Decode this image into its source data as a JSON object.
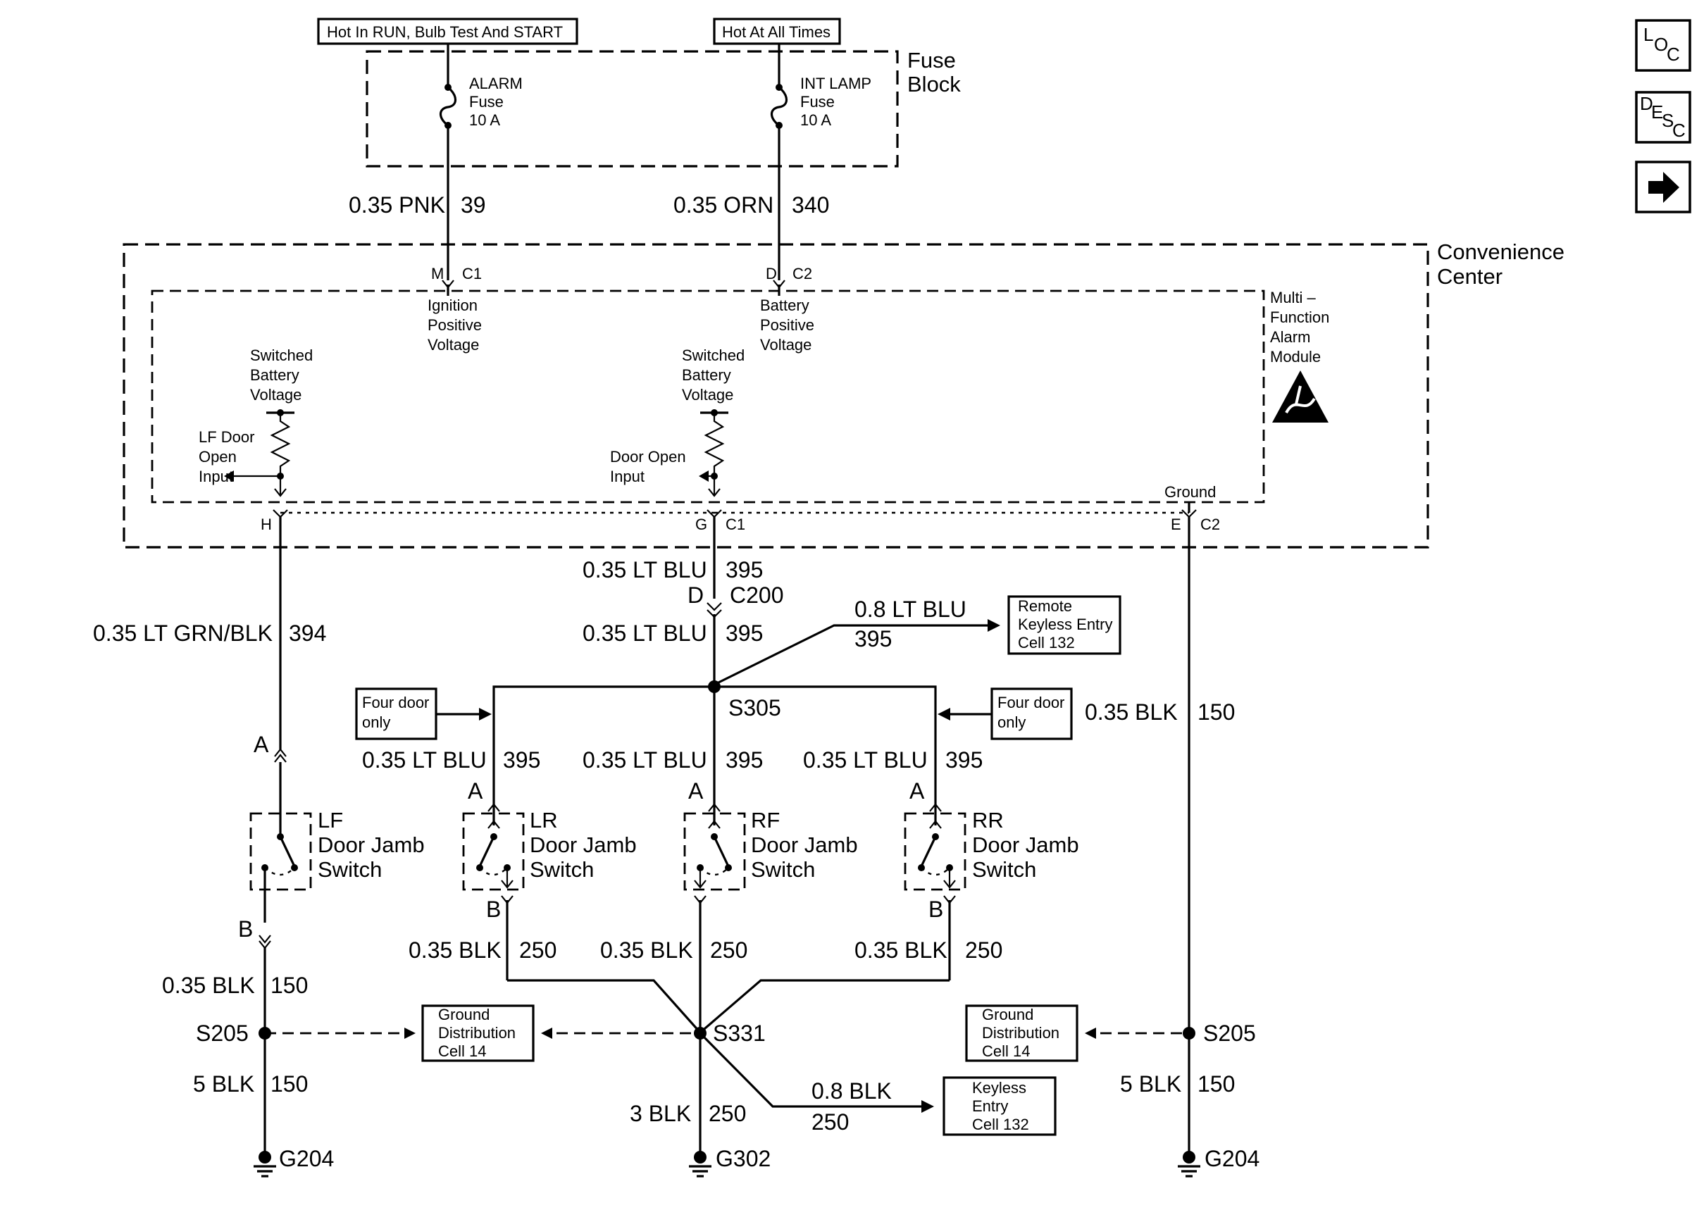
{
  "fuse_block": {
    "title": [
      "Fuse",
      "Block"
    ],
    "hot_run": "Hot In RUN, Bulb Test And START",
    "hot_always": "Hot At All Times",
    "alarm_fuse": [
      "ALARM",
      "Fuse",
      "10 A"
    ],
    "int_fuse": [
      "INT LAMP",
      "Fuse",
      "10 A"
    ]
  },
  "wires": {
    "w39": {
      "gauge": "0.35 PNK",
      "circuit": "39"
    },
    "w340": {
      "gauge": "0.35 ORN",
      "circuit": "340"
    },
    "w395_a": {
      "gauge": "0.35 LT BLU",
      "circuit": "395"
    },
    "w395_b": {
      "gauge": "0.35 LT BLU",
      "circuit": "395"
    },
    "w395_rke": {
      "gauge": "0.8 LT BLU",
      "circuit": "395"
    },
    "w394": {
      "gauge": "0.35 LT GRN/BLK",
      "circuit": "394"
    },
    "w150_r": {
      "gauge": "0.35 BLK",
      "circuit": "150"
    },
    "w395_lr": {
      "gauge": "0.35 LT BLU",
      "circuit": "395"
    },
    "w395_rf": {
      "gauge": "0.35 LT BLU",
      "circuit": "395"
    },
    "w395_rr": {
      "gauge": "0.35 LT BLU",
      "circuit": "395"
    },
    "w250_lr": {
      "gauge": "0.35 BLK",
      "circuit": "250"
    },
    "w250_rf": {
      "gauge": "0.35 BLK",
      "circuit": "250"
    },
    "w250_rr": {
      "gauge": "0.35 BLK",
      "circuit": "250"
    },
    "w150_l": {
      "gauge": "0.35 BLK",
      "circuit": "150"
    },
    "w150_l5": {
      "gauge": "5 BLK",
      "circuit": "150"
    },
    "w250_3": {
      "gauge": "3 BLK",
      "circuit": "250"
    },
    "w250_ke": {
      "gauge": "0.8 BLK",
      "circuit": "250"
    },
    "w150_r5": {
      "gauge": "5 BLK",
      "circuit": "150"
    }
  },
  "convenience_center": {
    "title": [
      "Convenience",
      "Center"
    ],
    "module": [
      "Multi –",
      "Function",
      "Alarm",
      "Module"
    ],
    "ign": [
      "Ignition",
      "Positive",
      "Voltage"
    ],
    "batt": [
      "Battery",
      "Positive",
      "Voltage"
    ],
    "sw_batt_1": [
      "Switched",
      "Battery",
      "Voltage"
    ],
    "sw_batt_2": [
      "Switched",
      "Battery",
      "Voltage"
    ],
    "lf_input": [
      "LF Door",
      "Open",
      "Input"
    ],
    "door_input": [
      "Door Open",
      "Input"
    ],
    "ground": "Ground"
  },
  "pins": {
    "m": "M",
    "c1": "C1",
    "d": "D",
    "c2": "C2",
    "h": "H",
    "g": "G",
    "g_c1": "C1",
    "e": "E",
    "e_c2": "C2",
    "c200_d": "D",
    "c200": "C200"
  },
  "refs": {
    "rke": [
      "Remote",
      "Keyless Entry",
      "Cell 132"
    ],
    "four_door_l": [
      "Four door",
      "only"
    ],
    "four_door_r": [
      "Four door",
      "only"
    ],
    "gnd_dist_l": [
      "Ground",
      "Distribution",
      "Cell 14"
    ],
    "gnd_dist_r": [
      "Ground",
      "Distribution",
      "Cell 14"
    ],
    "keyless": [
      "Keyless",
      "Entry",
      "Cell 132"
    ]
  },
  "splices": {
    "s305": "S305",
    "s205_l": "S205",
    "s331": "S331",
    "s205_r": "S205"
  },
  "grounds": {
    "g204_l": "G204",
    "g302": "G302",
    "g204_r": "G204"
  },
  "switches": {
    "lf": [
      "LF",
      "Door Jamb",
      "Switch"
    ],
    "lr": [
      "LR",
      "Door Jamb",
      "Switch"
    ],
    "rf": [
      "RF",
      "Door Jamb",
      "Switch"
    ],
    "rr": [
      "RR",
      "Door Jamb",
      "Switch"
    ]
  },
  "switch_pins": {
    "a": "A",
    "b": "B"
  },
  "side_buttons": {
    "loc": "LOC",
    "desc": "DESC",
    "next": "next-arrow-icon"
  }
}
